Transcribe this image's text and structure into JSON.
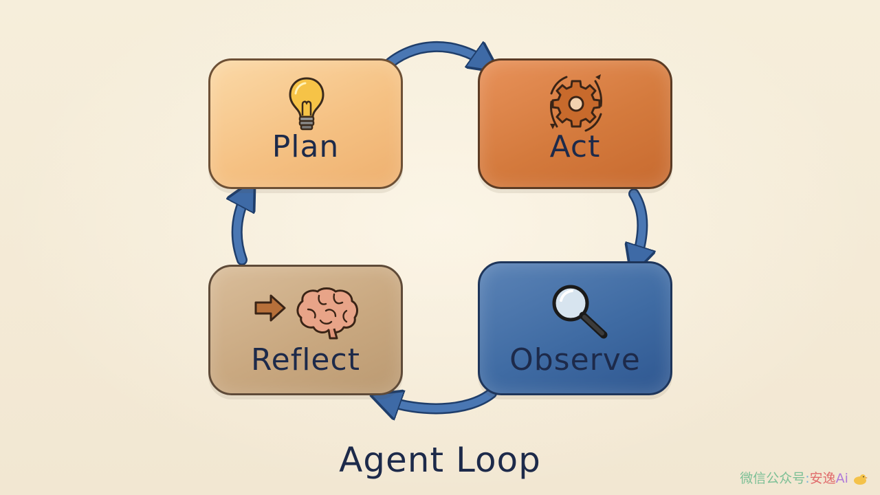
{
  "title": "Agent Loop",
  "stages": {
    "plan": {
      "label": "Plan",
      "icon": "lightbulb-icon"
    },
    "act": {
      "label": "Act",
      "icon": "gear-cycle-icon"
    },
    "observe": {
      "label": "Observe",
      "icon": "magnifier-icon"
    },
    "reflect": {
      "label": "Reflect",
      "icon": "arrow-brain-icon"
    }
  },
  "flow": [
    "plan",
    "act",
    "observe",
    "reflect"
  ],
  "watermark": {
    "part1": "微信公众号",
    "part2": "安逸",
    "part3": "Ai"
  },
  "colors": {
    "plan": "#f5c183",
    "act": "#d47a3d",
    "observe": "#3f6ba3",
    "reflect": "#c9a880",
    "arrow": "#3e6aa6",
    "text": "#1d2a4a"
  }
}
